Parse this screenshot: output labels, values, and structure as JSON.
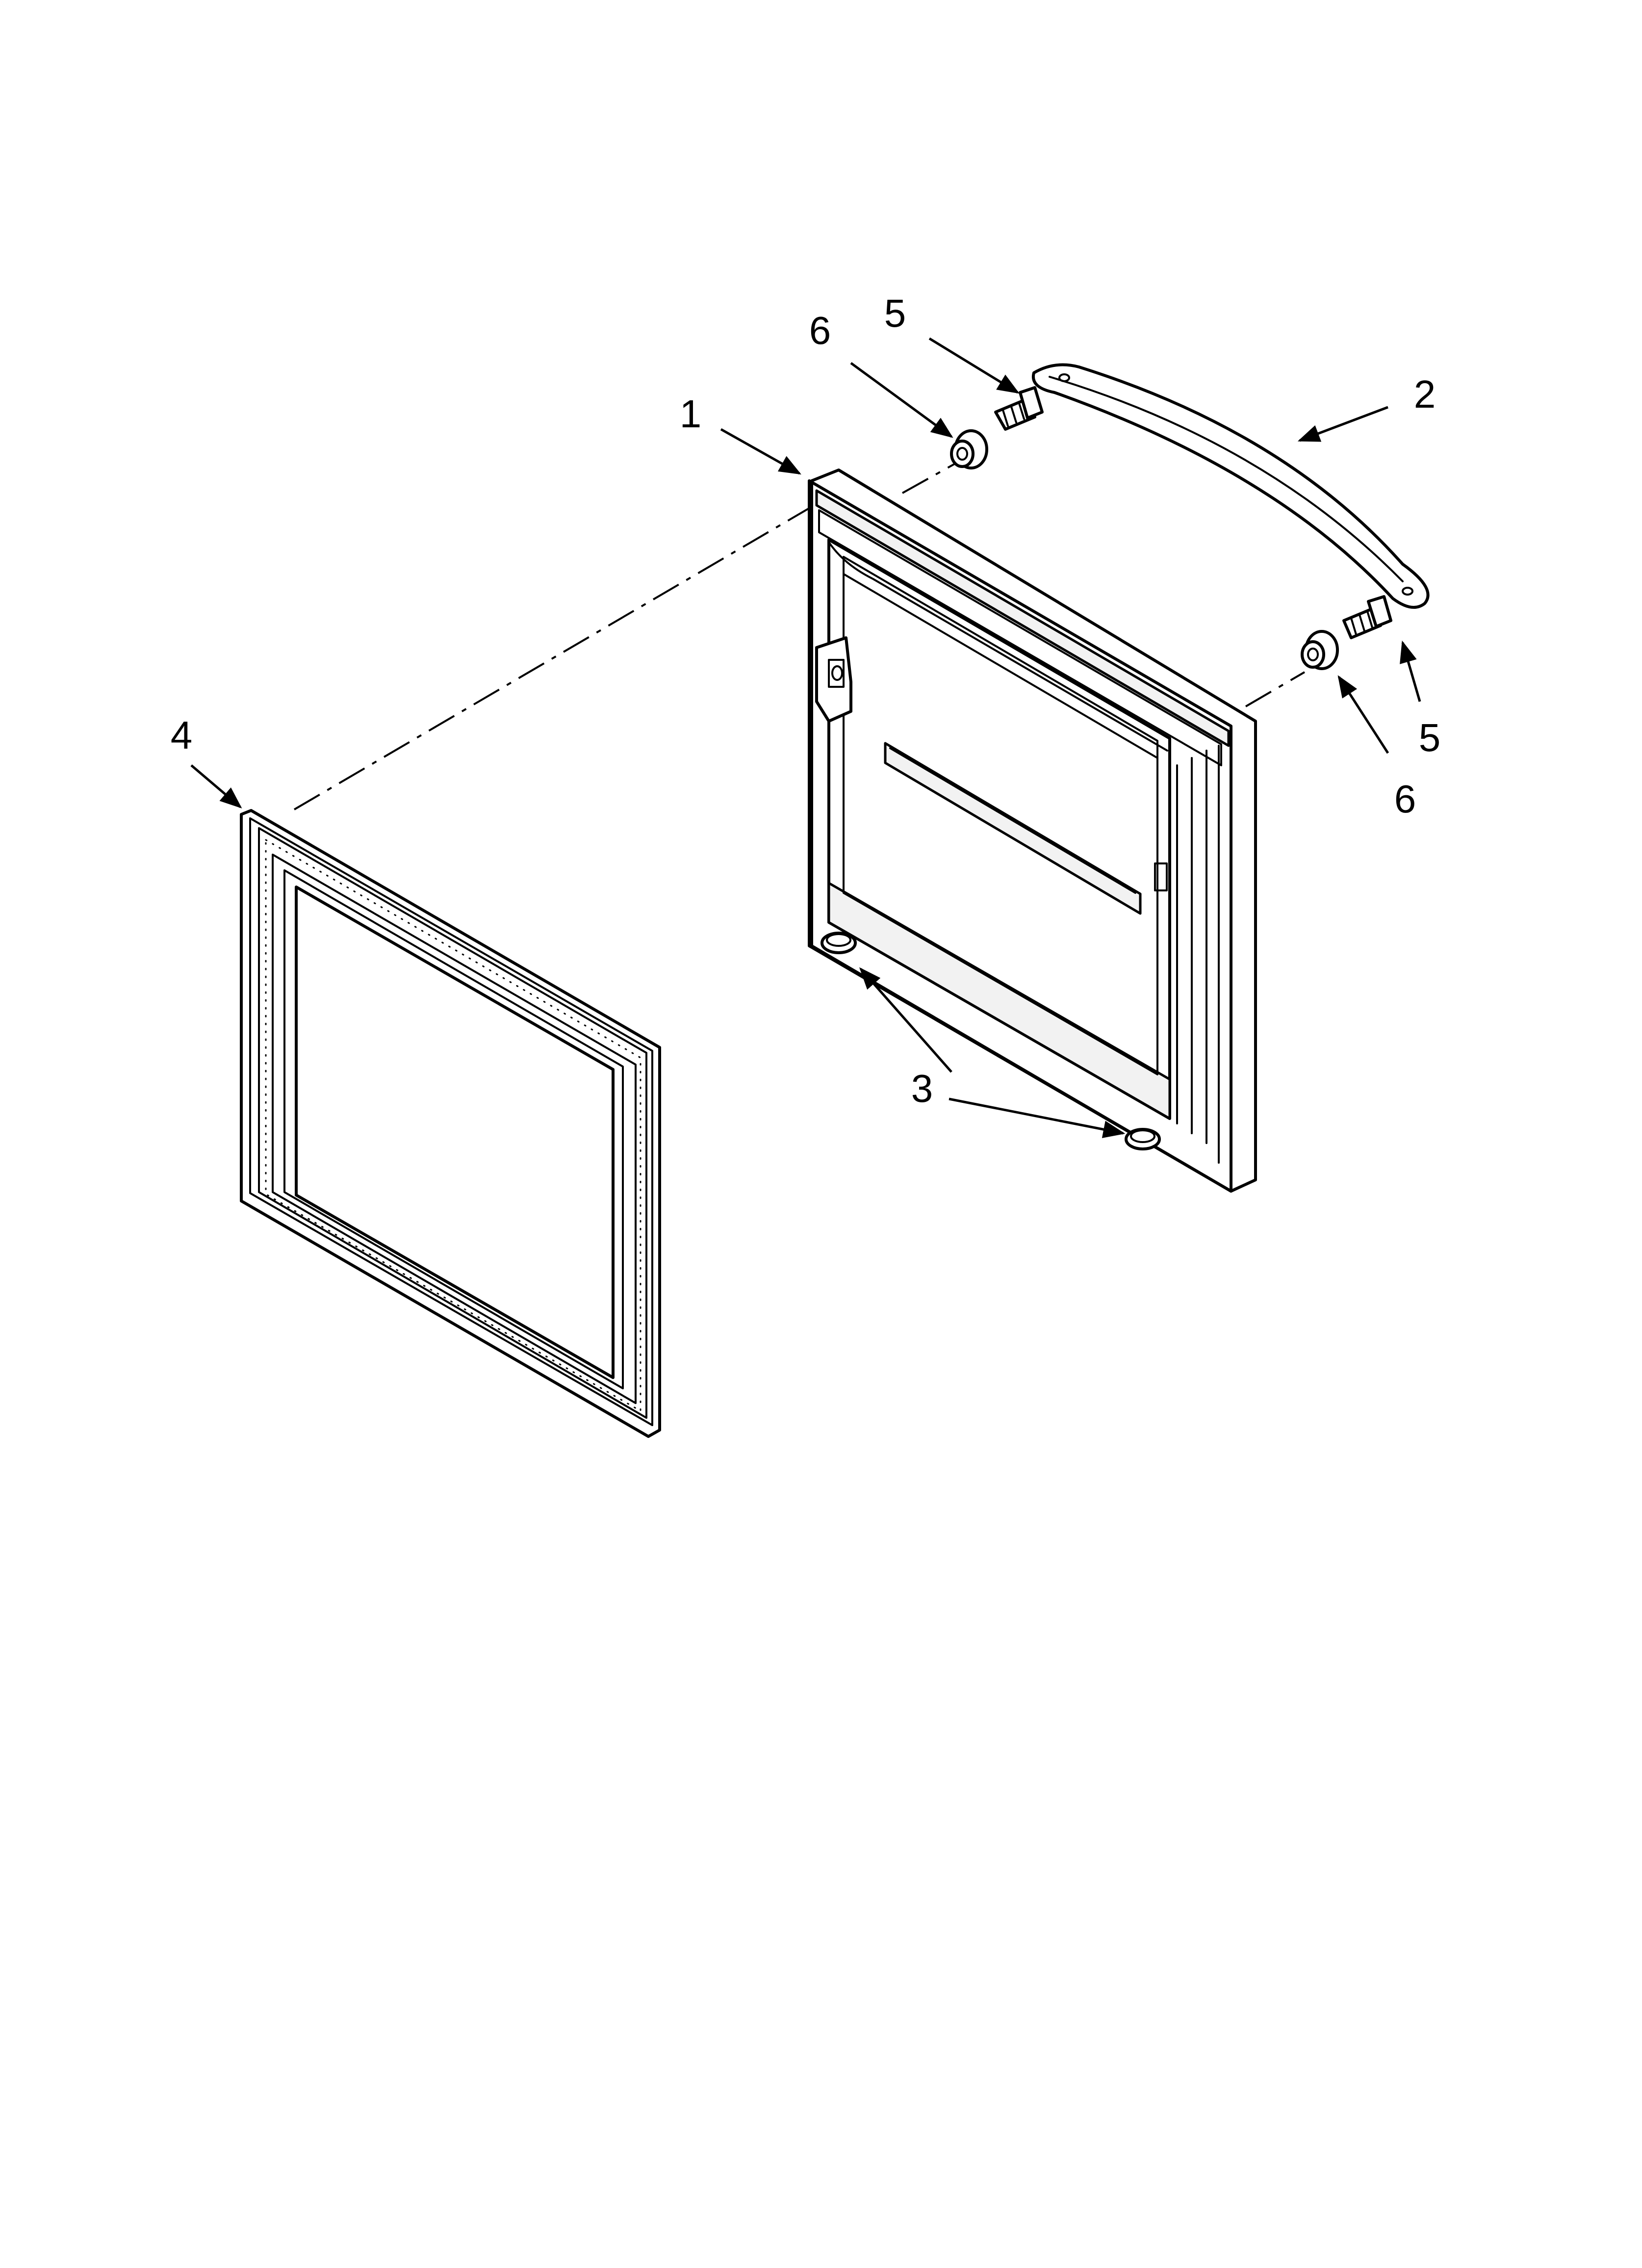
{
  "callouts": [
    {
      "id": "callout-1",
      "text": "1"
    },
    {
      "id": "callout-2",
      "text": "2"
    },
    {
      "id": "callout-3",
      "text": "3"
    },
    {
      "id": "callout-4",
      "text": "4"
    },
    {
      "id": "callout-5a",
      "text": "5"
    },
    {
      "id": "callout-5b",
      "text": "5"
    },
    {
      "id": "callout-6a",
      "text": "6"
    },
    {
      "id": "callout-6b",
      "text": "6"
    }
  ],
  "colors": {
    "line": "#000000",
    "background": "#ffffff"
  }
}
